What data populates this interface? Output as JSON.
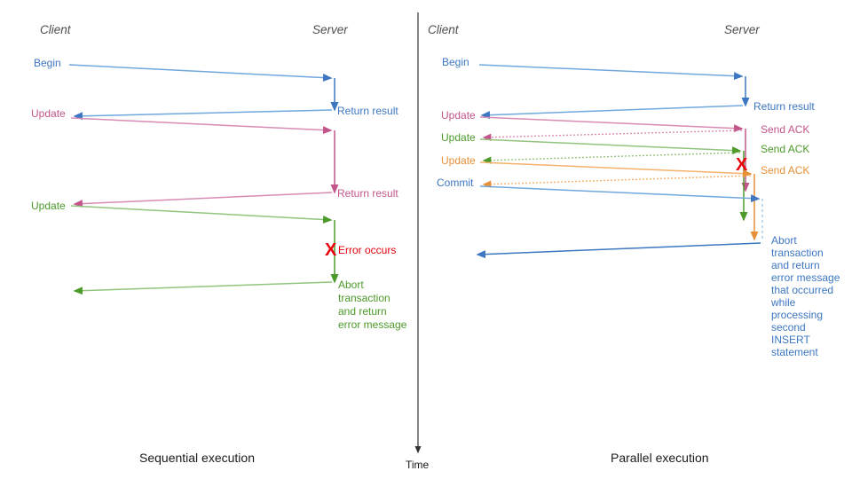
{
  "colors": {
    "blue": "#3d77c2",
    "blue_light": "#6fa8dc",
    "pink": "#c2558a",
    "pink_light": "#d98cb3",
    "green": "#4c9a2a",
    "green_light": "#93c47d",
    "orange": "#e69138",
    "orange_light": "#f6b26b",
    "red": "#e8000d",
    "gray": "#4d4d4d",
    "axis": "#333333",
    "dashed_blue": "#9fc5e8"
  },
  "time_axis": {
    "label": "Time"
  },
  "panels": [
    {
      "id": "sequential",
      "caption": "Sequential execution",
      "client_title": "Client",
      "server_title": "Server",
      "messages": [
        {
          "name": "begin",
          "label": "Begin",
          "color_key": "blue",
          "dir": "request"
        },
        {
          "name": "return-1",
          "label": "Return result",
          "color_key": "blue",
          "dir": "response"
        },
        {
          "name": "update-1",
          "label": "Update",
          "color_key": "pink",
          "dir": "request"
        },
        {
          "name": "return-2",
          "label": "Return result",
          "color_key": "pink",
          "dir": "response"
        },
        {
          "name": "update-2",
          "label": "Update",
          "color_key": "green",
          "dir": "request"
        }
      ],
      "error_marker": {
        "glyph": "X",
        "label": "Error occurs",
        "color_key": "red"
      },
      "abort_block": {
        "color_key": "green",
        "lines": [
          "Abort",
          "transaction",
          "and return",
          "error message"
        ]
      }
    },
    {
      "id": "parallel",
      "caption": "Parallel execution",
      "client_title": "Client",
      "server_title": "Server",
      "messages": [
        {
          "name": "begin",
          "label": "Begin",
          "color_key": "blue",
          "dir": "request"
        },
        {
          "name": "return-1",
          "label": "Return result",
          "color_key": "blue",
          "dir": "response"
        },
        {
          "name": "update-1",
          "label": "Update",
          "color_key": "pink",
          "dir": "request"
        },
        {
          "name": "ack-1",
          "label": "Send ACK",
          "color_key": "pink",
          "dir": "ack"
        },
        {
          "name": "update-2",
          "label": "Update",
          "color_key": "green",
          "dir": "request"
        },
        {
          "name": "ack-2",
          "label": "Send ACK",
          "color_key": "green",
          "dir": "ack"
        },
        {
          "name": "update-3",
          "label": "Update",
          "color_key": "orange",
          "dir": "request"
        },
        {
          "name": "ack-3",
          "label": "Send ACK",
          "color_key": "orange",
          "dir": "ack"
        },
        {
          "name": "commit",
          "label": "Commit",
          "color_key": "blue",
          "dir": "request"
        }
      ],
      "error_marker": {
        "glyph": "X",
        "label": "",
        "color_key": "red"
      },
      "abort_block": {
        "color_key": "blue",
        "lines": [
          "Abort",
          "transaction",
          "and return",
          "error message",
          "that occurred",
          "while",
          "processing",
          "second",
          "INSERT",
          "statement"
        ]
      }
    }
  ]
}
